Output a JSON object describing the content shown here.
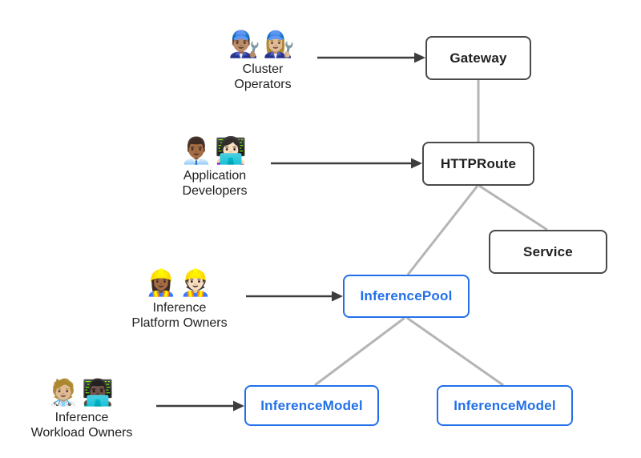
{
  "diagram": {
    "background": "#ffffff",
    "nodes": [
      {
        "id": "gateway",
        "label": "Gateway",
        "style": "dark"
      },
      {
        "id": "httproute",
        "label": "HTTPRoute",
        "style": "dark"
      },
      {
        "id": "service",
        "label": "Service",
        "style": "dark"
      },
      {
        "id": "inference-pool",
        "label": "InferencePool",
        "style": "blue"
      },
      {
        "id": "inference-model-1",
        "label": "InferenceModel",
        "style": "blue"
      },
      {
        "id": "inference-model-2",
        "label": "InferenceModel",
        "style": "blue"
      }
    ],
    "actors": [
      {
        "id": "cluster-operators",
        "emoji": "👨🏽‍🔧👩🏼‍🔧",
        "label_line1": "Cluster",
        "label_line2": "Operators",
        "points_to": "gateway"
      },
      {
        "id": "application-developers",
        "emoji": "👨🏾‍💼👩🏻‍💻",
        "label_line1": "Application",
        "label_line2": "Developers",
        "points_to": "httproute"
      },
      {
        "id": "inference-platform-owners",
        "emoji": "👷🏾‍♀️👷🏻",
        "label_line1": "Inference",
        "label_line2": "Platform Owners",
        "points_to": "inference-pool"
      },
      {
        "id": "inference-workload-owners",
        "emoji": "🧑🏼‍⚕️👨🏿‍💻",
        "label_line1": "Inference",
        "label_line2": "Workload Owners",
        "points_to": "inference-model-1"
      }
    ],
    "edges": [
      {
        "from": "gateway",
        "to": "httproute"
      },
      {
        "from": "httproute",
        "to": "service"
      },
      {
        "from": "httproute",
        "to": "inference-pool"
      },
      {
        "from": "inference-pool",
        "to": "inference-model-1"
      },
      {
        "from": "inference-pool",
        "to": "inference-model-2"
      }
    ],
    "colors": {
      "node_border_dark": "#4a4a4a",
      "node_text_dark": "#1f1f1f",
      "node_blue": "#2270e9",
      "connector_gray": "#b5b5b5",
      "arrow_dark": "#3d3d3d"
    }
  }
}
